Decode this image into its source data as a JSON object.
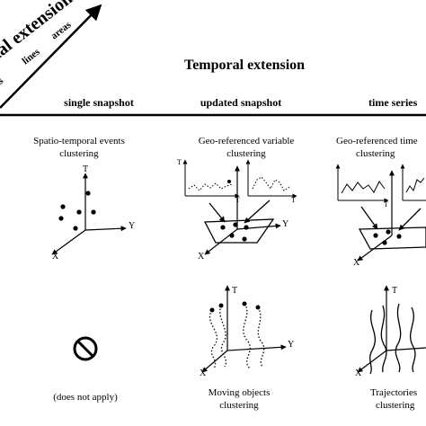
{
  "diagonal_header": {
    "title": "ial extension",
    "items": [
      "ts",
      "lines",
      "areas"
    ]
  },
  "temporal": {
    "title": "Temporal extension",
    "columns": [
      "single snapshot",
      "updated snapshot",
      "time series"
    ]
  },
  "cells": {
    "c1r1": [
      "Spatio-temporal events",
      "clustering"
    ],
    "c2r1": [
      "Geo-referenced variable",
      "clustering"
    ],
    "c3r1": [
      "Geo-referenced time",
      "clustering"
    ],
    "c1r2": "(does not apply)",
    "c2r2": [
      "Moving objects",
      "clustering"
    ],
    "c3r2": [
      "Trajectories",
      "clustering"
    ]
  },
  "axes": {
    "t": "T",
    "x": "X",
    "y": "Y"
  },
  "icons": {
    "not_applicable": "prohibited-icon"
  }
}
